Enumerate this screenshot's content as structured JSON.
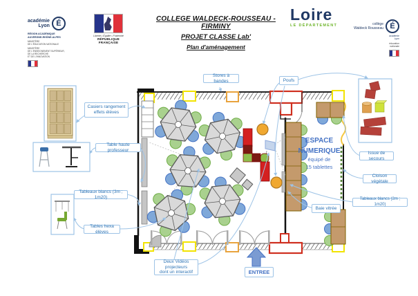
{
  "header": {
    "academie": {
      "brand_top": "académie",
      "brand_bottom": "Lyon",
      "e_glyph": "É",
      "region_line1": "RÉGION ACADÉMIQUE",
      "region_line2": "AUVERGNE-RHÔNE-ALPES",
      "ministry_lines": [
        "MINISTÈRE",
        "DE L'ÉDUCATION NATIONALE",
        "MINISTÈRE",
        "DE L'ENSEIGNEMENT SUPÉRIEUR,",
        "DE LA RECHERCHE",
        "ET DE L'INNOVATION"
      ]
    },
    "republique": {
      "motto": "Liberté • Égalité • Fraternité",
      "name": "RÉPUBLIQUE FRANÇAISE"
    },
    "title": {
      "line1": "COLLEGE WALDECK-ROUSSEAU - FIRMINY",
      "line2": "PROJET CLASSE Lab'",
      "line3": "Plan d'aménagement"
    },
    "loire": {
      "name": "Loire",
      "subtitle": "LE DÉPARTEMENT"
    },
    "college": {
      "line1": "collège",
      "line2": "Waldeck Rousseau",
      "e_glyph": "É",
      "sub1": "académie",
      "sub2": "Lyon",
      "sub3": "éducation",
      "sub4": "nationale"
    }
  },
  "annotations": {
    "casiers_line1": "Casiers rangement",
    "casiers_line2": "effets élèves",
    "table_haute": "Table haute professeur",
    "tableaux_3m": "Tableaux blancs (3m ; 1m20)",
    "tables_hexa": "Tables hexa élèves",
    "stores": "Stores à bandes",
    "poufs": "Poufs",
    "issue_secours": "Issue de secours",
    "cloison_vegetale": "Cloison végétale",
    "tableaux_2m": "Tableaux blancs (2m ; 1m20)",
    "baie_vitree": "Baie vitrée",
    "videoproj_line1": "Deux Vidéos projecteurs",
    "videoproj_line2": "dont un interactif",
    "entree": "ENTREE"
  },
  "plan": {
    "espace_numerique": {
      "line1": "ESPACE",
      "line2": "NUMERIQUE",
      "line3": "équipé de",
      "line4": "15 tablettes"
    },
    "hex_tables_count": 5,
    "tablets_count": 15
  },
  "colors": {
    "label_blue": "#2e74b5",
    "label_border": "#9dc3e6",
    "accent_blue": "#4472c4",
    "window_yellow": "#f2e300",
    "window_orange": "#e8a33d",
    "door_red": "#cf2f1f",
    "chair_green": "#a9d18e",
    "chair_blue": "#7fa8d9",
    "table_brown": "#c49a6c",
    "loire_navy": "#1f3864",
    "loire_green": "#6fb52c"
  }
}
